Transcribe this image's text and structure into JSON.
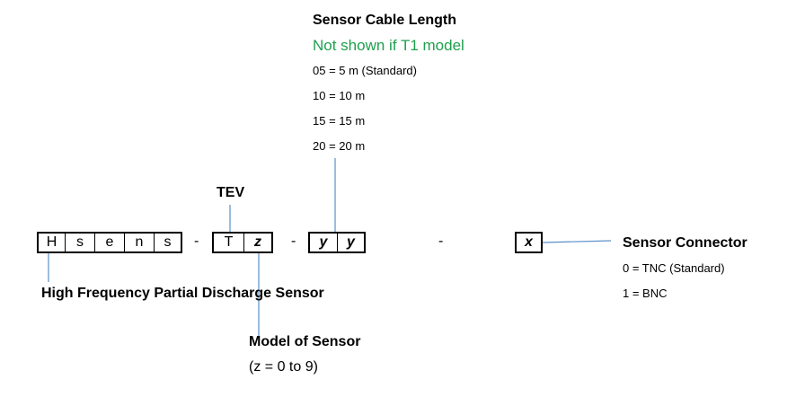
{
  "cable_length": {
    "title": "Sensor Cable Length",
    "note": "Not shown if T1 model",
    "options": [
      "05 = 5 m  (Standard)",
      "10 = 10 m",
      "15 = 15 m",
      "20 = 20 m"
    ]
  },
  "tev_label": "TEV",
  "code": {
    "prefix": [
      "H",
      "s",
      "e",
      "n",
      "s"
    ],
    "type": [
      "T",
      "z"
    ],
    "length": [
      "y",
      "y"
    ],
    "connector": [
      "x"
    ],
    "separator": "-"
  },
  "sensor_label": "High Frequency Partial Discharge Sensor",
  "model": {
    "title": "Model of Sensor",
    "range": "(z = 0 to 9)"
  },
  "connector": {
    "title": "Sensor Connector",
    "options": [
      "0 = TNC (Standard)",
      "1 = BNC"
    ]
  },
  "colors": {
    "accent_green": "#1fa04f",
    "leader_line": "#5b8fc9"
  }
}
